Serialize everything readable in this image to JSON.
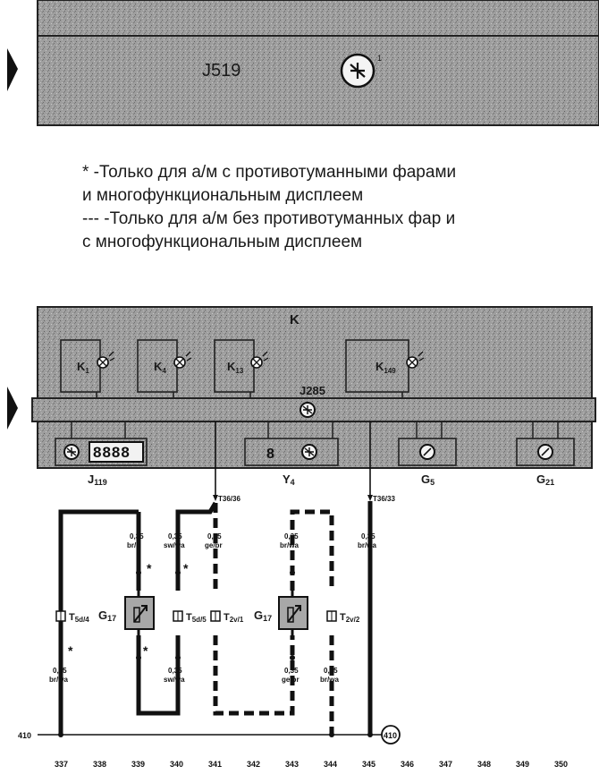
{
  "top_panel": {
    "module_label": "J519",
    "superscript": "1"
  },
  "notes": [
    "* -Только для а/м с противотуманными фарами",
    "и многофункциональным дисплеем",
    "--- -Только для а/м без противотуманных фар и",
    "с многофункциональным дисплеем"
  ],
  "cluster": {
    "title": "K",
    "inner_bus_label": "J285",
    "lamps": [
      {
        "name": "K",
        "sub": "1"
      },
      {
        "name": "K",
        "sub": "4"
      },
      {
        "name": "K",
        "sub": "13"
      },
      {
        "name": "K",
        "sub": "149"
      }
    ],
    "display_digits": "8888",
    "sub_labels": [
      {
        "name": "J",
        "sub": "119"
      },
      {
        "name": "Y",
        "sub": "4"
      },
      {
        "name": "G",
        "sub": "5"
      },
      {
        "name": "G",
        "sub": "21"
      }
    ],
    "y4_digit": "8"
  },
  "connectors": {
    "c1": "T36/36",
    "c2": "T36/33",
    "t1": {
      "name": "T",
      "sub": "5d/4"
    },
    "t2": {
      "name": "T",
      "sub": "5d/5"
    },
    "t3": {
      "name": "T",
      "sub": "2v/1"
    },
    "t4": {
      "name": "T",
      "sub": "2v/2"
    }
  },
  "sensor": {
    "name": "G",
    "sub": "17"
  },
  "wires": {
    "w337": {
      "gauge": "0,35",
      "color": "br/wa"
    },
    "w339": {
      "gauge": "0,35",
      "color": "br/li"
    },
    "w340a": {
      "gauge": "0,35",
      "color": "sw/wa"
    },
    "w340b": {
      "gauge": "0,35",
      "color": "sw/wa"
    },
    "w341": {
      "gauge": "0,35",
      "color": "ge/br"
    },
    "w343a": {
      "gauge": "0,35",
      "color": "br/wa"
    },
    "w343b": {
      "gauge": "0,35",
      "color": "ge/br"
    },
    "w344": {
      "gauge": "0,35",
      "color": "br/wa"
    },
    "w345": {
      "gauge": "0,35",
      "color": "br/wa"
    }
  },
  "ground": {
    "label": "410",
    "circle_label": "410"
  },
  "asterisk": "*",
  "bottom_numbers": [
    "337",
    "338",
    "339",
    "340",
    "341",
    "342",
    "343",
    "344",
    "345",
    "346",
    "347",
    "348",
    "349",
    "350"
  ]
}
